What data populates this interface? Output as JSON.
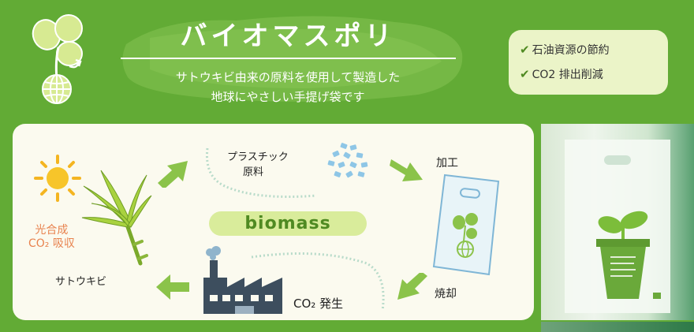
{
  "header": {
    "title": "バイオマスポリ",
    "subtitle_line1": "サトウキビ由来の原料を使用して製造した",
    "subtitle_line2": "地球にやさしい手提げ袋です"
  },
  "features": [
    {
      "check": "✔",
      "label": "石油資源の節約"
    },
    {
      "check": "✔",
      "label": "CO2 排出削減"
    }
  ],
  "cycle": {
    "photosynthesis_line1": "光合成",
    "photosynthesis_line2": "CO₂ 吸収",
    "sugarcane": "サトウキビ",
    "plastic_line1": "プラスチック",
    "plastic_line2": "原料",
    "processing": "加工",
    "incineration": "焼却",
    "co2": "CO₂ 発生",
    "biomass": "biomass"
  },
  "colors": {
    "banner_green": "#62ab35",
    "panel_cream": "#fbfaef",
    "arrow_green": "#8bc34a",
    "pill": "#d9ec9b",
    "orange_text": "#e8834f",
    "feature_box": "#ebf4c8"
  },
  "icons": [
    "clover-globe-logo",
    "sun-icon",
    "sugarcane-icon",
    "pellets-icon",
    "bag-icon",
    "factory-icon",
    "arrow-icon"
  ]
}
